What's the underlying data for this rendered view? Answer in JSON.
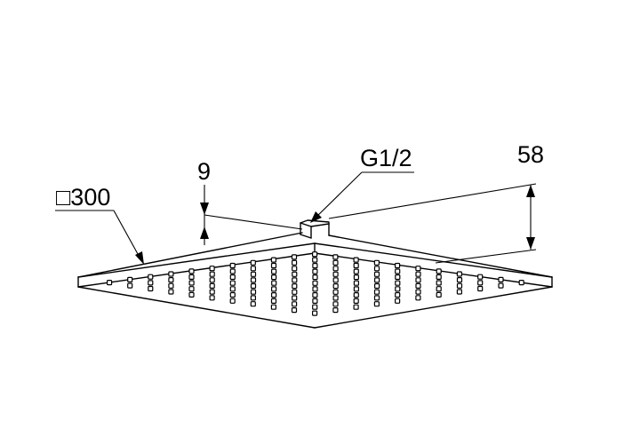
{
  "drawing": {
    "labels": {
      "size": "□300",
      "thickness": "9",
      "thread": "G1/2",
      "height": "58"
    },
    "colors": {
      "line": "#000000",
      "background": "#ffffff"
    },
    "nozzles": {
      "front_left_rows": 11,
      "front_right_rows": 11
    }
  }
}
